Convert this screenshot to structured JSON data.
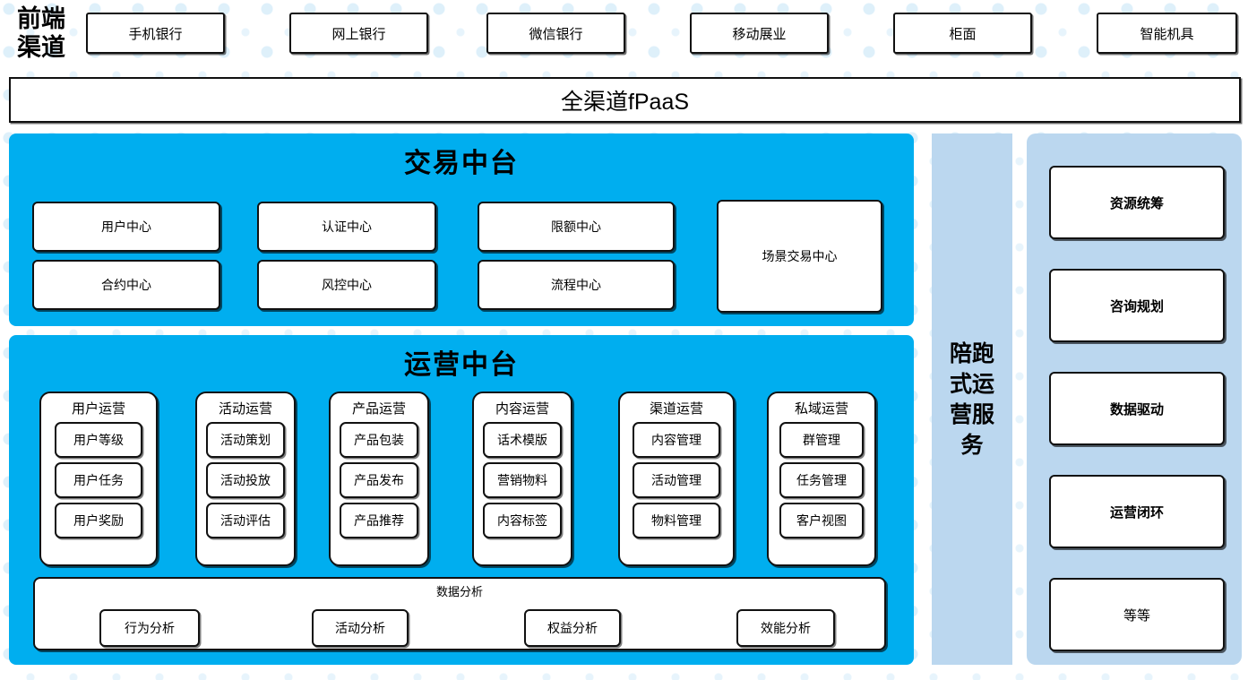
{
  "colors": {
    "cyan_panel": "#00AEEF",
    "light_blue_panel": "#BBD7EF",
    "box_border": "#111111",
    "box_fill": "#FFFFFF",
    "background": "#FFFFFF"
  },
  "front_channel": {
    "label": "前端\n渠道",
    "label_line1": "前端",
    "label_line2": "渠道",
    "items": [
      {
        "label": "手机银行"
      },
      {
        "label": "网上银行"
      },
      {
        "label": "微信银行"
      },
      {
        "label": "移动展业"
      },
      {
        "label": "柜面"
      },
      {
        "label": "智能机具"
      }
    ]
  },
  "fpaas": {
    "label": "全渠道fPaaS"
  },
  "transaction_center": {
    "title": "交易中台",
    "boxes_row1": [
      {
        "label": "用户中心"
      },
      {
        "label": "认证中心"
      },
      {
        "label": "限额中心"
      }
    ],
    "boxes_row2": [
      {
        "label": "合约中心"
      },
      {
        "label": "风控中心"
      },
      {
        "label": "流程中心"
      }
    ],
    "big_box": {
      "label": "场景交易中心"
    }
  },
  "operation_center": {
    "title": "运营中台",
    "columns": [
      {
        "title": "用户运营",
        "items": [
          "用户等级",
          "用户任务",
          "用户奖励"
        ]
      },
      {
        "title": "活动运营",
        "items": [
          "活动策划",
          "活动投放",
          "活动评估"
        ]
      },
      {
        "title": "产品运营",
        "items": [
          "产品包装",
          "产品发布",
          "产品推荐"
        ]
      },
      {
        "title": "内容运营",
        "items": [
          "话术模版",
          "营销物料",
          "内容标签"
        ]
      },
      {
        "title": "渠道运营",
        "items": [
          "内容管理",
          "活动管理",
          "物料管理"
        ]
      },
      {
        "title": "私域运营",
        "items": [
          "群管理",
          "任务管理",
          "客户视图"
        ]
      }
    ],
    "data_analysis": {
      "title": "数据分析",
      "items": [
        "行为分析",
        "活动分析",
        "权益分析",
        "效能分析"
      ]
    }
  },
  "service_column": {
    "label": "陪跑式运营服务"
  },
  "right_panel": {
    "cards": [
      {
        "label": "资源统筹",
        "bold": true
      },
      {
        "label": "咨询规划",
        "bold": true
      },
      {
        "label": "数据驱动",
        "bold": true
      },
      {
        "label": "运营闭环",
        "bold": true
      },
      {
        "label": "等等",
        "bold": false
      }
    ]
  }
}
